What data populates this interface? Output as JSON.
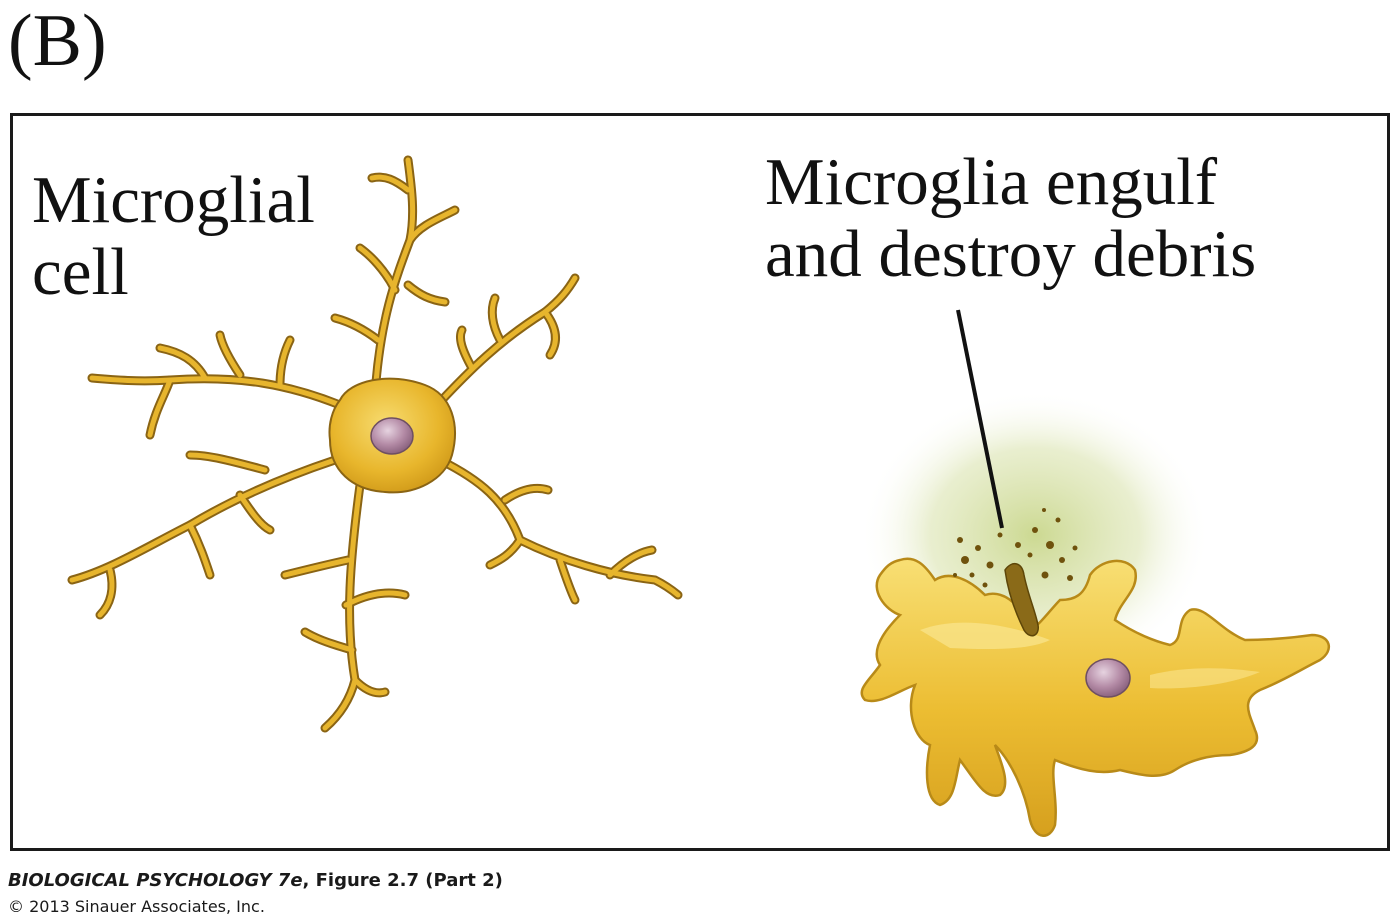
{
  "panel_letter": "(B)",
  "labels": {
    "left": {
      "line1": "Microglial",
      "line2": "cell"
    },
    "right": {
      "line1": "Microglia engulf",
      "line2": "and destroy debris"
    }
  },
  "caption": {
    "book_title": "BIOLOGICAL PSYCHOLOGY 7e",
    "figure_ref": ", Figure 2.7 (Part 2)",
    "copyright": "© 2013 Sinauer Associates, Inc."
  },
  "colors": {
    "cell_fill": "#e7b52d",
    "cell_highlight": "#f6d968",
    "cell_outline": "#8a6414",
    "nucleus": "#b48ba6",
    "debris": "#7a5a12",
    "glow": "#c9d78a",
    "frame": "#1a1a1a"
  }
}
